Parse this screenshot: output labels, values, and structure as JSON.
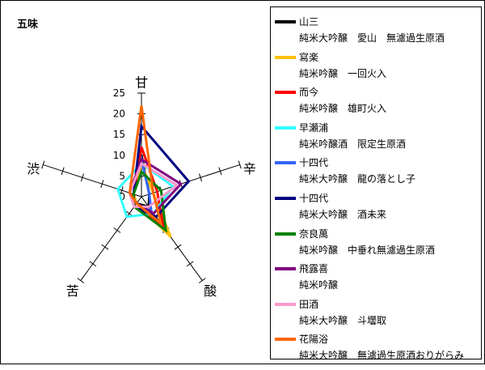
{
  "chart_data": {
    "type": "radar",
    "title": "五味",
    "axes": [
      "甘",
      "辛",
      "酸",
      "苦",
      "渋"
    ],
    "rlim": [
      0,
      25
    ],
    "ticks": [
      "0",
      "5",
      "10",
      "15",
      "20",
      "25"
    ],
    "legend_position": "right",
    "series": [
      {
        "name": "山三",
        "desc": "純米大吟醸　愛山　無濾過生原酒",
        "color": "#000000",
        "values": [
          10,
          2,
          3,
          2,
          2
        ]
      },
      {
        "name": "寫楽",
        "desc": "純米吟醸　一回火入",
        "color": "#ffc000",
        "values": [
          8,
          3,
          12,
          2,
          2
        ]
      },
      {
        "name": "而今",
        "desc": "純米吟醸　雄町火入",
        "color": "#ff0000",
        "values": [
          12,
          4,
          9,
          3,
          2
        ]
      },
      {
        "name": "早瀬浦",
        "desc": "純米吟醸酒　限定生原酒",
        "color": "#33ffff",
        "values": [
          8,
          8,
          5,
          6,
          6
        ]
      },
      {
        "name": "十四代",
        "desc": "純米大吟醸　龍の落とし子",
        "color": "#3366ff",
        "values": [
          9,
          2,
          4,
          3,
          3
        ]
      },
      {
        "name": "十四代",
        "desc": "純米大吟醸　酒未来",
        "color": "#000080",
        "values": [
          17,
          12,
          6,
          3,
          2
        ]
      },
      {
        "name": "奈良萬",
        "desc": "純米吟醸　中垂れ無濾過生原酒",
        "color": "#008000",
        "values": [
          6,
          5,
          10,
          3,
          2
        ]
      },
      {
        "name": "飛露喜",
        "desc": "純米吟醸",
        "color": "#800080",
        "values": [
          9,
          10,
          5,
          2,
          3
        ]
      },
      {
        "name": "田酒",
        "desc": "純米大吟醸　斗壜取",
        "color": "#ff99cc",
        "values": [
          8,
          9,
          3,
          3,
          3
        ]
      },
      {
        "name": "花陽浴",
        "desc": "純米大吟醸　無濾過生原酒おりがらみ",
        "color": "#ff6600",
        "values": [
          22,
          3,
          8,
          2,
          3
        ]
      }
    ]
  }
}
